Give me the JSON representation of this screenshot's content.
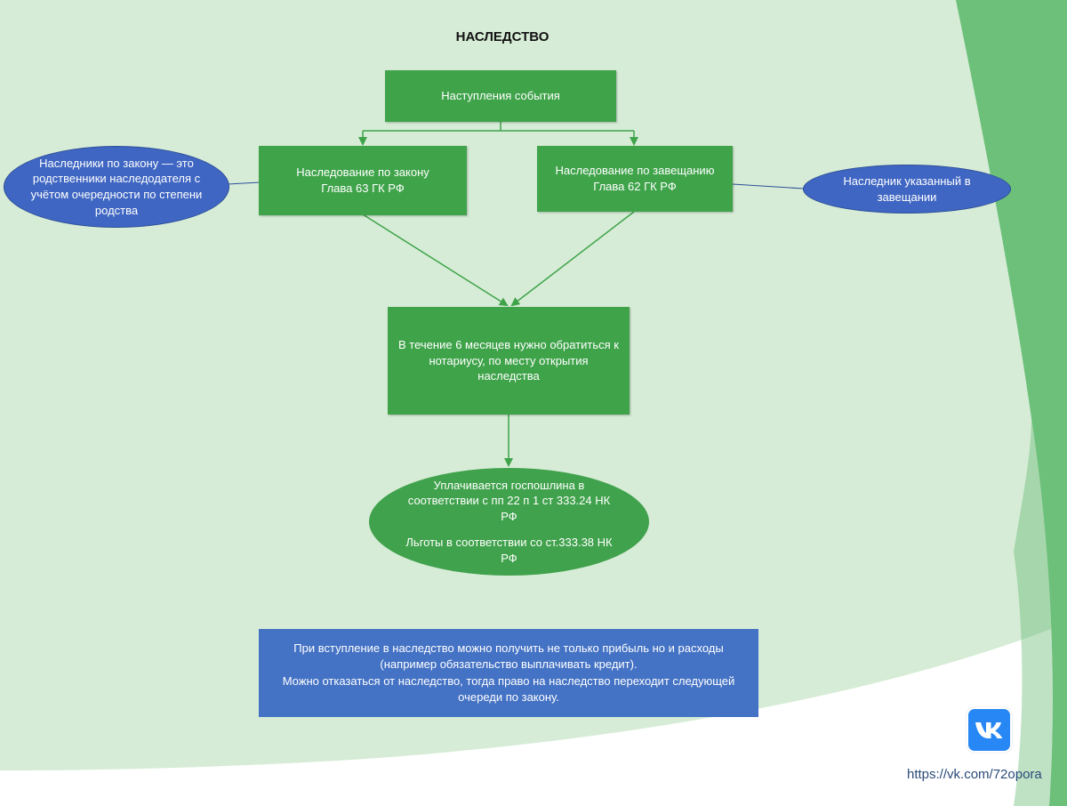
{
  "title": "НАСЛЕДСТВО",
  "event_box": "Наступления события",
  "law_box": {
    "line1": "Наследование по закону",
    "line2": "Глава 63 ГК РФ"
  },
  "will_box": {
    "line1": "Наследование по завещанию",
    "line2": "Глава 62 ГК РФ"
  },
  "law_heirs": "Наследники по закону — это родственники наследодателя с учётом очередности по степени родства",
  "will_heir": "Наследник указанный в завещании",
  "notary_box": "В течение 6 месяцев нужно обратиться к нотариусу, по месту открытия наследства",
  "duty": {
    "para1": "Уплачивается госпошлина в соответствии с пп 22 п 1 ст 333.24 НК РФ",
    "para2": "Льготы в соответствии со ст.333.38 НК РФ"
  },
  "note": {
    "line1": "При вступление в наследство можно получить не только прибыль но и расходы (например обязательство выплачивать кредит).",
    "line2": "Можно отказаться от наследство, тогда право на наследство переходит следующей очереди по закону."
  },
  "footer_url": "https://vk.com/72opora",
  "icons": {
    "vk_logo": "vk-logo-icon"
  },
  "colors": {
    "page_bg": "#d6ecd6",
    "accent_stripe": "#6cc07a",
    "box_green": "#3fa34a",
    "ellipse_blue": "#3f66c2",
    "note_blue": "#4472c4",
    "vk_blue": "#2787f5"
  }
}
